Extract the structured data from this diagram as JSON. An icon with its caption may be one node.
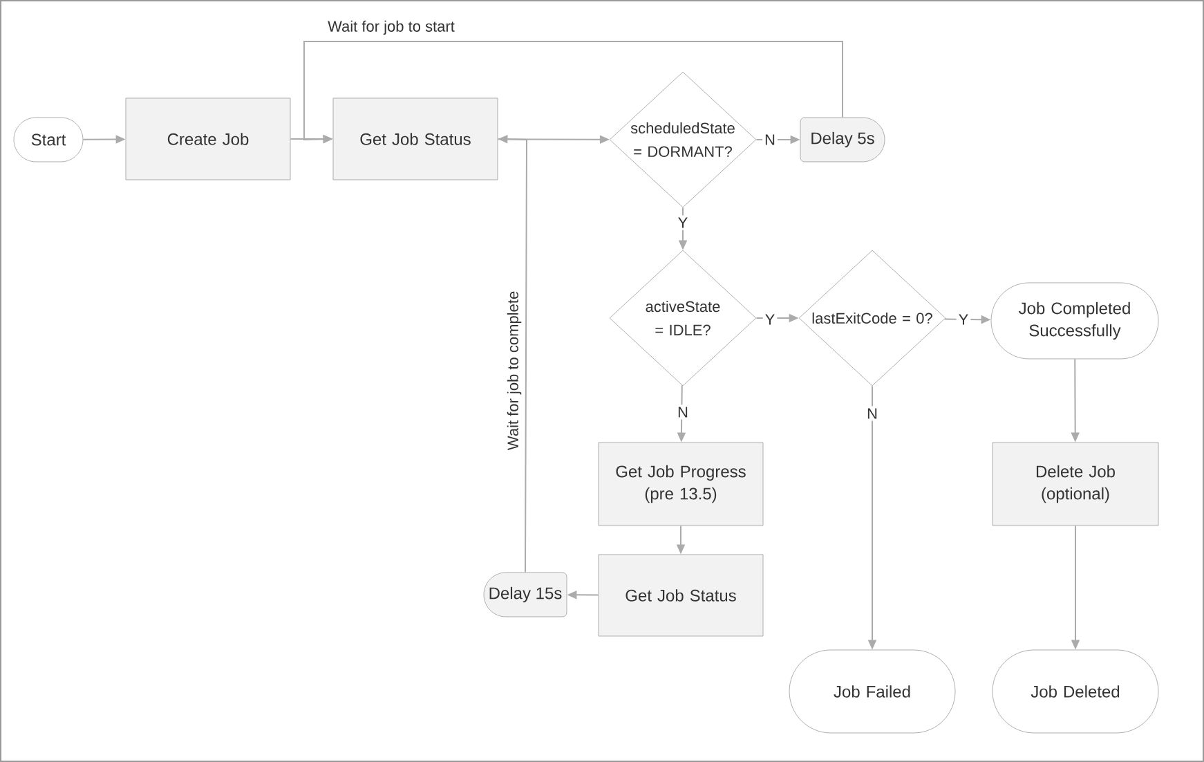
{
  "diagram": {
    "nodes": [
      {
        "text": [
          "Start"
        ]
      },
      {
        "text": [
          "Create Job"
        ]
      },
      {
        "text": [
          "Get Job Status"
        ]
      },
      {
        "text": [
          "scheduledState = DORMANT?"
        ]
      },
      {
        "text": [
          "Delay 5s"
        ]
      },
      {
        "text": [
          "activeState = IDLE?"
        ]
      },
      {
        "text": [
          "lastExitCode = 0?"
        ]
      },
      {
        "text": [
          "Job Completed Successfully"
        ]
      },
      {
        "text": [
          "Get Job Progress (pre 13.5)"
        ]
      },
      {
        "text": [
          "Get Job Status"
        ]
      },
      {
        "text": [
          "Delay 15s"
        ]
      },
      {
        "text": [
          "Delete Job (optional)"
        ]
      },
      {
        "text": [
          "Job Failed"
        ]
      },
      {
        "text": [
          "Job Deleted"
        ]
      }
    ],
    "edges": [
      {
        "from": 0,
        "to": 1,
        "arrow": "to"
      },
      {
        "from": 1,
        "to": 2,
        "arrow": "to"
      },
      {
        "from": 2,
        "to": 3,
        "arrow": "to"
      },
      {
        "from": 3,
        "to": 4,
        "arrow": "to",
        "label": "N"
      },
      {
        "from": 4,
        "to": 2,
        "arrow": "to",
        "label": "Wait for job to start"
      },
      {
        "from": 3,
        "to": 5,
        "arrow": "to",
        "label": "Y"
      },
      {
        "from": 5,
        "to": 6,
        "arrow": "to",
        "label": "Y"
      },
      {
        "from": 6,
        "to": 7,
        "arrow": "to",
        "label": "Y"
      },
      {
        "from": 5,
        "to": 8,
        "arrow": "to",
        "label": "N"
      },
      {
        "from": 8,
        "to": 9,
        "arrow": "to"
      },
      {
        "from": 9,
        "to": 10,
        "arrow": "to"
      },
      {
        "from": 10,
        "to": 2,
        "arrow": "to",
        "label": "Wait for job to complete"
      },
      {
        "from": 6,
        "to": 12,
        "arrow": "to",
        "label": "N"
      },
      {
        "from": 7,
        "to": 11,
        "arrow": "to"
      },
      {
        "from": 11,
        "to": 13,
        "arrow": "to"
      }
    ]
  }
}
